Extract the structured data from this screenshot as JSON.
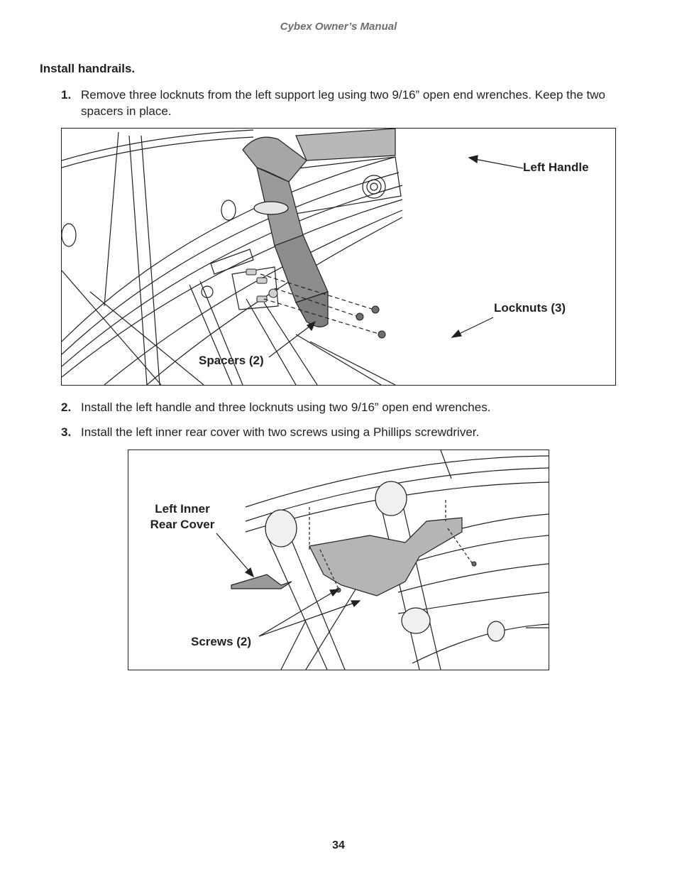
{
  "header": {
    "title": "Cybex Owner’s Manual"
  },
  "section_title": "Install handrails.",
  "steps": [
    {
      "number": "1.",
      "text": "Remove three locknuts from the left support leg using two 9/16” open end wrenches. Keep the two spacers in place."
    },
    {
      "number": "2.",
      "text": "Install the left handle and three locknuts using two 9/16” open end wrenches."
    },
    {
      "number": "3.",
      "text": "Install the left inner rear cover with two screws using a Phillips screwdriver."
    }
  ],
  "figure1": {
    "callouts": {
      "left_handle": "Left Handle",
      "locknuts": "Locknuts (3)",
      "spacers": "Spacers (2)"
    }
  },
  "figure2": {
    "callouts": {
      "rear_cover_line1": "Left Inner",
      "rear_cover_line2": "Rear Cover",
      "screws": "Screws (2)"
    }
  },
  "footer": {
    "page_number": "34"
  }
}
